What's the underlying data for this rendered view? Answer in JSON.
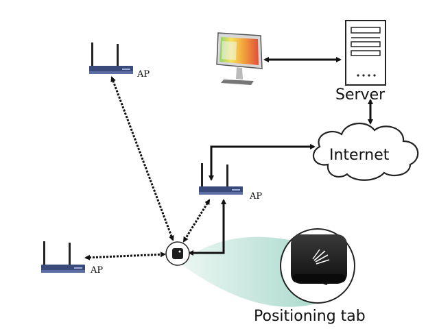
{
  "labels": {
    "ap_top": "AP",
    "ap_middle": "AP",
    "ap_left": "AP",
    "server": "Server",
    "internet": "Internet",
    "tag": "Positioning tab"
  },
  "colors": {
    "router_body": "#3a4a7a",
    "router_front": "#5d6ea3",
    "cloud_fill": "#ffffff",
    "zoom_fill": "#d6ede7",
    "tag_body": "#1f1f1f",
    "heatmap": [
      "#f7e15a",
      "#f2a53c",
      "#e2503a",
      "#8fd16b"
    ]
  },
  "icons": [
    "router-icon",
    "server-icon",
    "monitor-icon",
    "cloud-icon",
    "positioning-tag-icon"
  ]
}
